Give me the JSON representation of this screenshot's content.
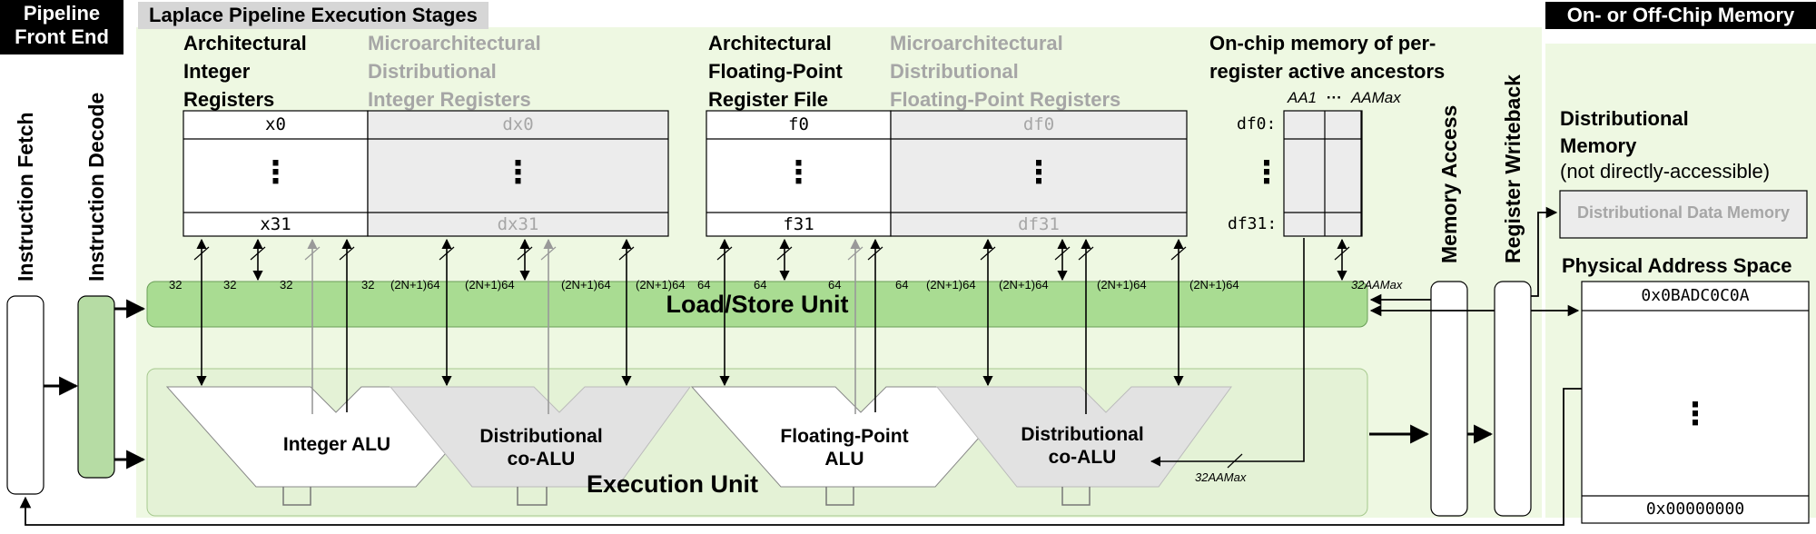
{
  "headers": {
    "front_end": [
      "Pipeline",
      "Front End"
    ],
    "stages": "Laplace Pipeline Execution Stages",
    "memory": "On- or Off-Chip Memory"
  },
  "front_end_stages": {
    "fetch": "Instruction Fetch",
    "decode": "Instruction Decode"
  },
  "register_groups": {
    "arch_int": [
      "Architectural",
      "Integer",
      "Registers"
    ],
    "micro_int": [
      "Microarchitectural",
      "Distributional",
      "Integer Registers"
    ],
    "arch_fp": [
      "Architectural",
      "Floating-Point",
      "Register File"
    ],
    "micro_fp": [
      "Microarchitectural",
      "Distributional",
      "Floating-Point Registers"
    ],
    "ancestors": [
      "On-chip memory of per-",
      "register active ancestors"
    ]
  },
  "registers": {
    "x_first": "x0",
    "x_last": "x31",
    "dx_first": "dx0",
    "dx_last": "dx31",
    "f_first": "f0",
    "f_last": "f31",
    "df_first": "df0",
    "df_last": "df31",
    "df_first_label": "df0:",
    "df_last_label": "df31:",
    "dots": "⋮"
  },
  "ancestors_header": {
    "first": "AA1",
    "dots": "···",
    "last": "AAMax"
  },
  "bus_widths": {
    "w32": "32",
    "w64": "64",
    "dist": "(2N+1)64",
    "aa": "32AAMax"
  },
  "units": {
    "load_store": "Load/Store Unit",
    "execution": "Execution Unit",
    "int_alu": [
      "Integer ALU"
    ],
    "dist_co_alu": [
      "Distributional",
      "co-ALU"
    ],
    "fp_alu": [
      "Floating-Point",
      "ALU"
    ]
  },
  "back_stages": {
    "mem_access": "Memory Access",
    "writeback": "Register Writeback"
  },
  "memory": {
    "dist_title": [
      "Distributional",
      "Memory"
    ],
    "dist_note": "(not directly-accessible)",
    "dist_data": "Distributional Data Memory",
    "phys_title": "Physical Address Space",
    "addr_top": "0x0BADC0C0A",
    "addr_bottom": "0x00000000",
    "dots": "⋮"
  },
  "colors": {
    "stage_bg": "#eef8e2",
    "load_store": "#a9dc92",
    "decode": "#b6dca4",
    "reg_gray": "#ececec",
    "dist_text": "#a6a6a6"
  }
}
